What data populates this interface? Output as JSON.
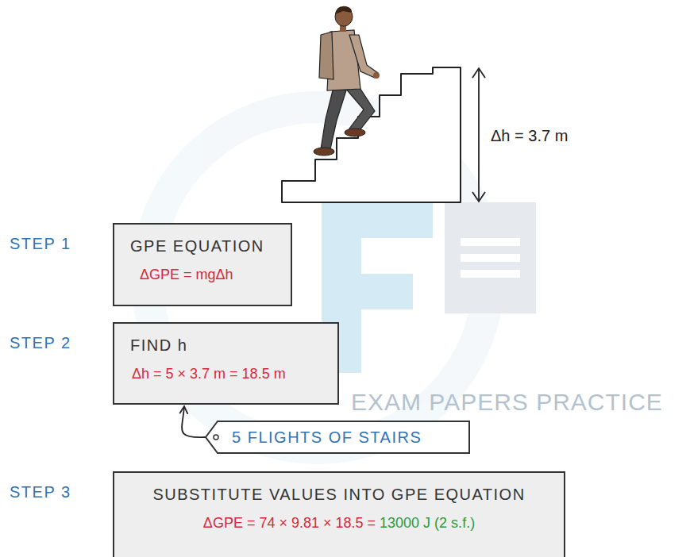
{
  "diagram": {
    "nodes": [
      {
        "text": [
          "GPE EQUATION",
          "ΔGPE = mgΔh"
        ]
      },
      {
        "text": [
          "FIND h",
          "Δh = 5 × 3.7 m = 18.5 m"
        ]
      },
      {
        "text": [
          "5 FLIGHTS OF STAIRS"
        ]
      },
      {
        "text": [
          "SUBSTITUTE VALUES INTO GPE EQUATION",
          "ΔGPE = 74 × 9.81 × 18.5 =",
          "13000 J (2 s.f.)"
        ]
      }
    ],
    "edges": [
      {
        "from": 2,
        "to": 1,
        "arrow": "to"
      }
    ],
    "labels": [
      "Δh = 3.7 m",
      "STEP 1",
      "STEP 2",
      "STEP 3",
      "EXAM PAPERS PRACTICE"
    ]
  }
}
